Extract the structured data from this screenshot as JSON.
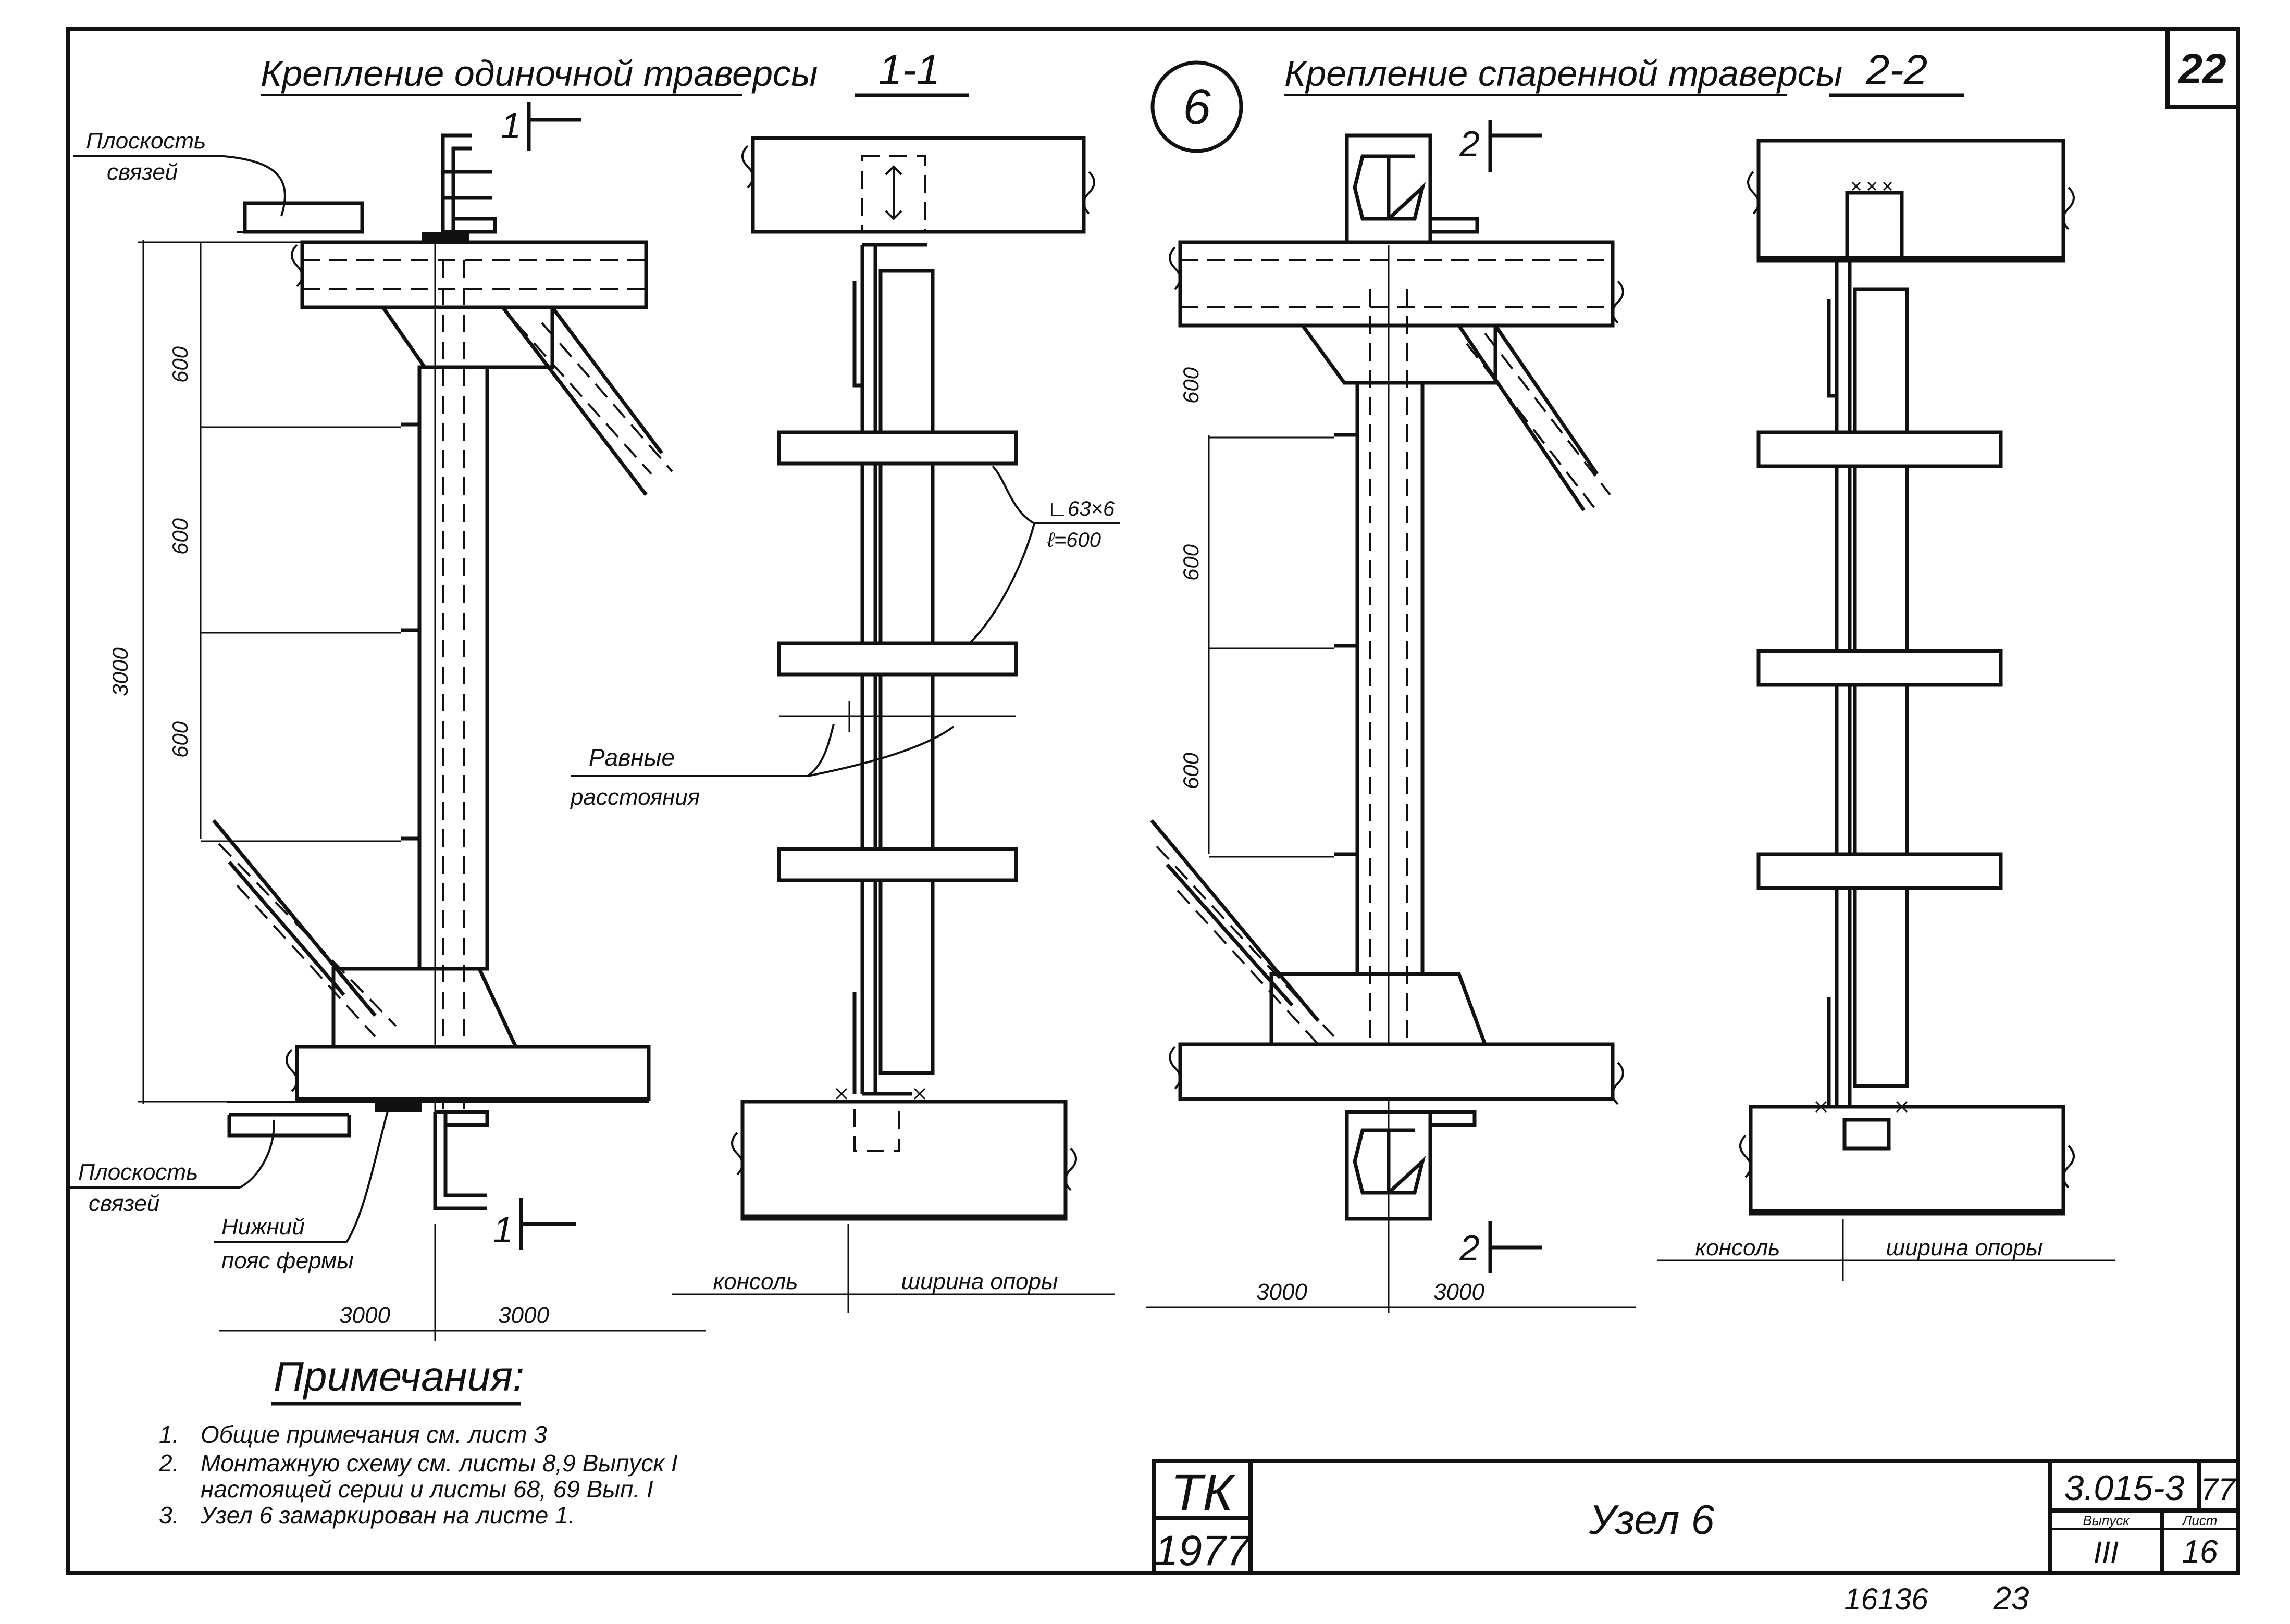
{
  "sheet": {
    "sheet_number": "22",
    "footer_code": "16136",
    "footer_num": "23"
  },
  "drawing": {
    "title_single": "Крепление одиночной траверсы",
    "section_1": "1-1",
    "node_label": "6",
    "title_double": "Крепление спаренной траверсы",
    "section_2": "2-2",
    "cut_1": "1",
    "cut_2": "2"
  },
  "labels": {
    "plane_top": [
      "Плоскость",
      "связей"
    ],
    "plane_bottom": [
      "Плоскость",
      "связей"
    ],
    "lower_chord": [
      "Нижний",
      "пояс фермы"
    ],
    "angle_spec": [
      "∟63×6",
      "ℓ=600"
    ],
    "equal_dist": [
      "Равные",
      "расстояния"
    ],
    "console": "консоль",
    "support_width": "ширина опоры",
    "console_2": "консоль",
    "support_width_2": "ширина опоры"
  },
  "dimensions": {
    "left_total": "3000",
    "left_spacings": [
      "600",
      "600",
      "600"
    ],
    "bottom_left": [
      "3000",
      "3000"
    ],
    "mid_spacings": [
      "600",
      "600",
      "600"
    ],
    "bottom_mid": [
      "3000",
      "3000"
    ]
  },
  "notes": {
    "heading": "Примечания:",
    "items": [
      {
        "num": "1.",
        "lines": [
          "Общие   примечания   см. лист 3"
        ]
      },
      {
        "num": "2.",
        "lines": [
          "Монтажную   схему   см. листы 8,9  Выпуск I",
          "настоящей   серии   и листы  68, 69  Вып. I"
        ]
      },
      {
        "num": "3.",
        "lines": [
          "Узел  6  замаркирован   на листе 1."
        ]
      }
    ]
  },
  "title_block": {
    "org": "ТК",
    "year": "1977",
    "title": "Узел 6",
    "series": "3.015-3",
    "series_suffix": "77",
    "issue_label": "Выпуск",
    "issue_value": "III",
    "sheet_label": "Лист",
    "sheet_value": "16"
  }
}
